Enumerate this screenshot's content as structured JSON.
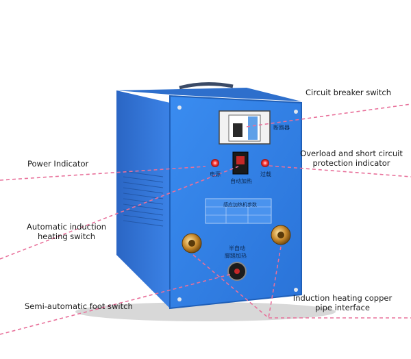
{
  "annotations": {
    "power_indicator": "Power Indicator",
    "auto_switch_line1": "Automatic induction",
    "auto_switch_line2": "heating switch",
    "semi_auto_foot_switch": "Semi-automatic foot switch",
    "breaker_switch": "Circuit breaker switch",
    "overload_line1": "Overload and short circuit",
    "overload_line2": "protection indicator",
    "copper_pipe_line1": "Induction heating copper",
    "copper_pipe_line2": "pipe interface"
  },
  "panel_text": {
    "breaker_label": "断路器",
    "power_label": "电源",
    "overload_label": "过载",
    "auto_heat_label": "自动加热",
    "semi_auto_line1": "半自动",
    "semi_auto_line2": "脚踏加热",
    "spec_header": "感应加热机参数"
  },
  "colors": {
    "leader_line": "#e8709a",
    "cabinet_front": "#2f7fe0",
    "cabinet_side": "#2a6fcf"
  }
}
